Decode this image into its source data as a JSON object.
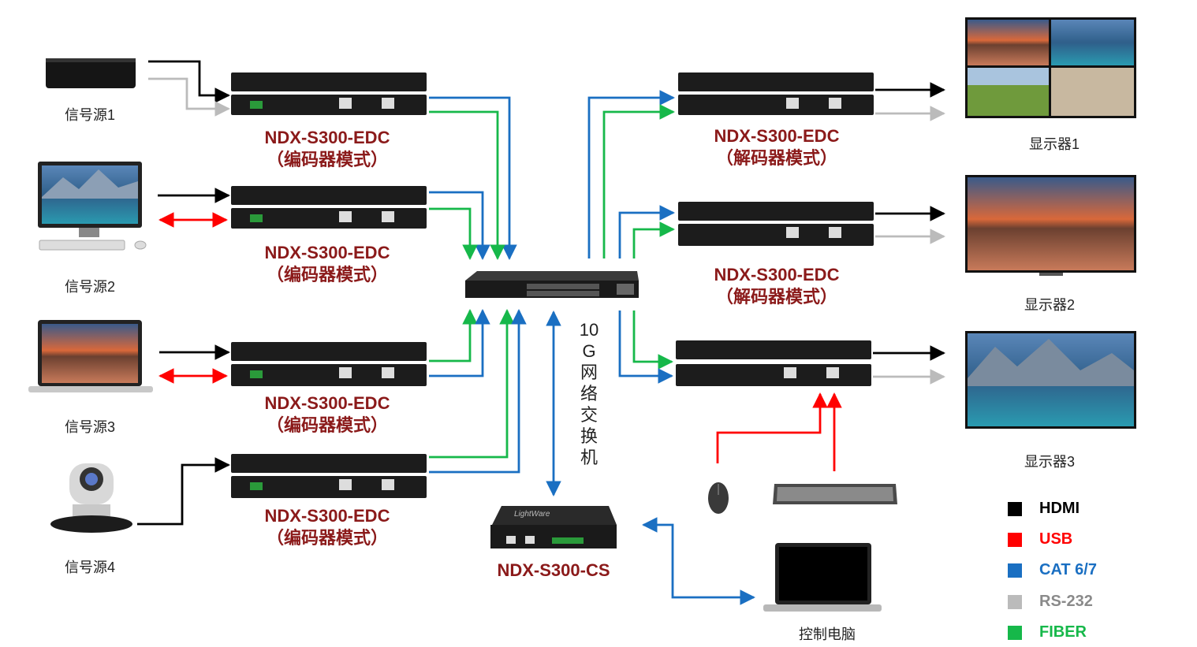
{
  "sources": [
    {
      "label": "信号源1"
    },
    {
      "label": "信号源2"
    },
    {
      "label": "信号源3"
    },
    {
      "label": "信号源4"
    }
  ],
  "encoders": [
    {
      "model": "NDX-S300-EDC",
      "mode": "（编码器模式）"
    },
    {
      "model": "NDX-S300-EDC",
      "mode": "（编码器模式）"
    },
    {
      "model": "NDX-S300-EDC",
      "mode": "（编码器模式）"
    },
    {
      "model": "NDX-S300-EDC",
      "mode": "（编码器模式）"
    }
  ],
  "decoders": [
    {
      "model": "NDX-S300-EDC",
      "mode": "（解码器模式）"
    },
    {
      "model": "NDX-S300-EDC",
      "mode": "（解码器模式）"
    }
  ],
  "displays": [
    {
      "label": "显示器1"
    },
    {
      "label": "显示器2"
    },
    {
      "label": "显示器3"
    }
  ],
  "switch": {
    "label_chars": [
      "10",
      "G",
      "网",
      "络",
      "交",
      "换",
      "机"
    ]
  },
  "controller": {
    "model": "NDX-S300-CS",
    "device_text": "LightWare"
  },
  "control_pc": {
    "label": "控制电脑"
  },
  "legend": [
    {
      "label": "HDMI",
      "color": "#000000",
      "text_color": "#000000"
    },
    {
      "label": "USB",
      "color": "#ff0000",
      "text_color": "#ff0000"
    },
    {
      "label": "CAT 6/7",
      "color": "#1a6fc2",
      "text_color": "#1a6fc2"
    },
    {
      "label": "RS-232",
      "color": "#bbbbbb",
      "text_color": "#8a8a8a"
    },
    {
      "label": "FIBER",
      "color": "#16b84a",
      "text_color": "#16b84a"
    }
  ],
  "colors": {
    "hdmi": "#000000",
    "usb": "#ff0000",
    "cat": "#1a6fc2",
    "rs232": "#bbbbbb",
    "fiber": "#16b84a",
    "title": "#8b1a1a"
  }
}
